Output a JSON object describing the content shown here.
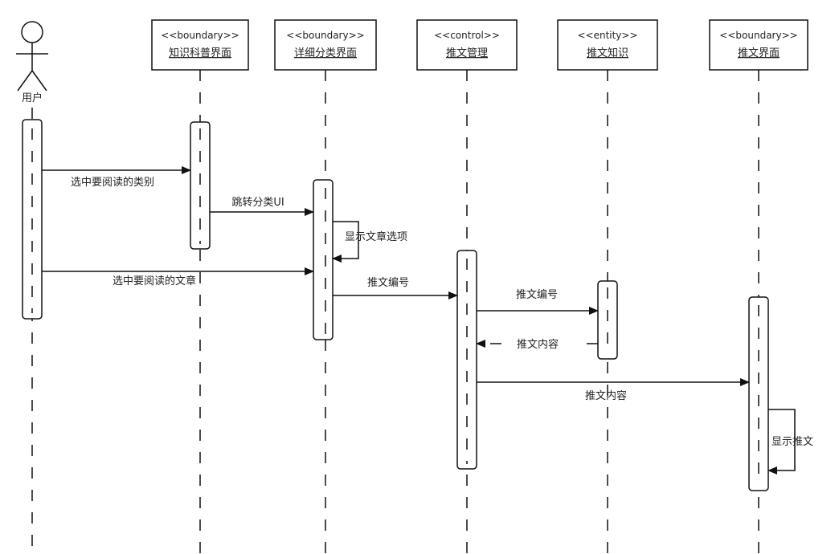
{
  "actor": {
    "label": "用户"
  },
  "participants": [
    {
      "id": "p1",
      "stereotype": "<<boundary>>",
      "name": "知识科普界面"
    },
    {
      "id": "p2",
      "stereotype": "<<boundary>>",
      "name": "详细分类界面"
    },
    {
      "id": "p3",
      "stereotype": "<<control>>",
      "name": "推文管理"
    },
    {
      "id": "p4",
      "stereotype": "<<entity>>",
      "name": "推文知识"
    },
    {
      "id": "p5",
      "stereotype": "<<boundary>>",
      "name": "推文界面"
    }
  ],
  "messages": [
    {
      "from": "actor",
      "to": "p1",
      "label": "选中要阅读的类别",
      "kind": "sync"
    },
    {
      "from": "p1",
      "to": "p2",
      "label": "跳转分类UI",
      "kind": "sync"
    },
    {
      "from": "p2",
      "to": "p2",
      "label": "显示文章选项",
      "kind": "self"
    },
    {
      "from": "actor",
      "to": "p2",
      "label": "选中要阅读的文章",
      "kind": "sync"
    },
    {
      "from": "p2",
      "to": "p3",
      "label": "推文编号",
      "kind": "sync"
    },
    {
      "from": "p3",
      "to": "p4",
      "label": "推文编号",
      "kind": "sync"
    },
    {
      "from": "p4",
      "to": "p3",
      "label": "推文内容",
      "kind": "return"
    },
    {
      "from": "p3",
      "to": "p5",
      "label": "推文内容",
      "kind": "sync"
    },
    {
      "from": "p5",
      "to": "p5",
      "label": "显示推文",
      "kind": "self"
    }
  ]
}
